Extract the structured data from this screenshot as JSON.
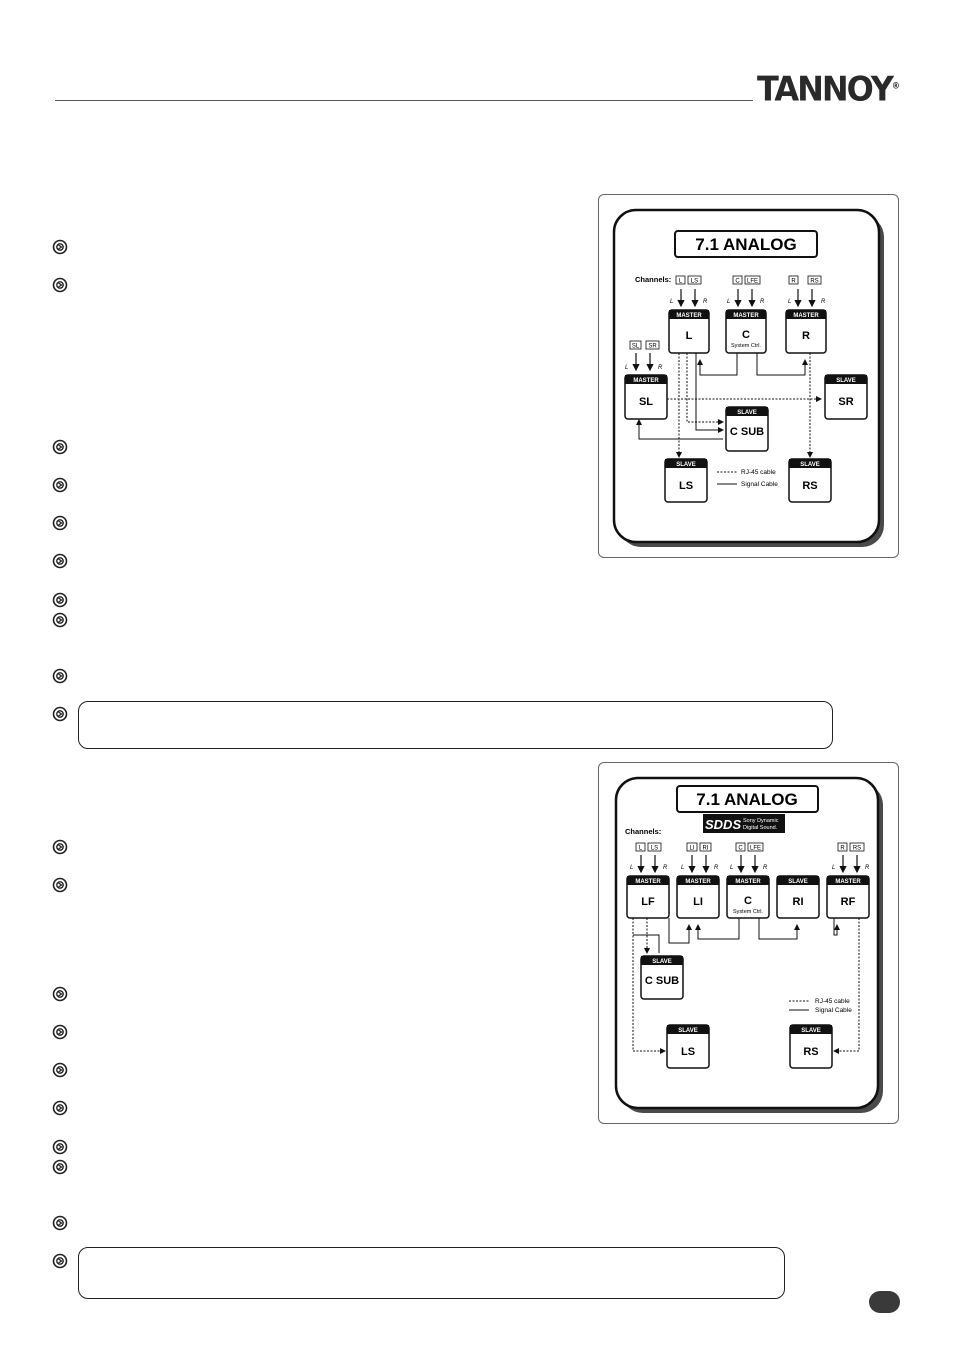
{
  "header": {
    "brand": "TANNOY",
    "registered": "®"
  },
  "diagram1": {
    "title": "7.1 ANALOG",
    "channels_label": "Channels:",
    "left_right": [
      "L",
      "R"
    ],
    "channel_tags": {
      "l_pair": [
        "L",
        "LS"
      ],
      "c_pair": [
        "C",
        "LFE"
      ],
      "r_pair": [
        "R",
        "RS"
      ],
      "sl_pair": [
        "SL",
        "SR"
      ]
    },
    "units": {
      "L": {
        "role": "MASTER",
        "name": "L"
      },
      "C": {
        "role": "MASTER",
        "name": "C",
        "sub": "System Ctrl."
      },
      "R": {
        "role": "MASTER",
        "name": "R"
      },
      "SL": {
        "role": "MASTER",
        "name": "SL"
      },
      "SR": {
        "role": "SLAVE",
        "name": "SR"
      },
      "CSUB": {
        "role": "SLAVE",
        "name": "C SUB"
      },
      "LS": {
        "role": "SLAVE",
        "name": "LS"
      },
      "RS": {
        "role": "SLAVE",
        "name": "RS"
      }
    },
    "legend": {
      "rj45": "RJ-45 cable",
      "signal": "Signal Cable"
    }
  },
  "diagram2": {
    "title": "7.1 ANALOG",
    "sdds_logo": "SDDS",
    "sdds_text_1": "Sony Dynamic",
    "sdds_text_2": "Digital Sound.",
    "channels_label": "Channels:",
    "left_right": [
      "L",
      "R"
    ],
    "channel_tags": {
      "lf_pair": [
        "L",
        "LS"
      ],
      "li_pair": [
        "LI",
        "RI"
      ],
      "c_pair": [
        "C",
        "LFE"
      ],
      "rf_pair": [
        "R",
        "RS"
      ]
    },
    "units": {
      "LF": {
        "role": "MASTER",
        "name": "LF"
      },
      "LI": {
        "role": "MASTER",
        "name": "LI"
      },
      "C": {
        "role": "MASTER",
        "name": "C",
        "sub": "System Ctrl."
      },
      "RI": {
        "role": "SLAVE",
        "name": "RI"
      },
      "RF": {
        "role": "MASTER",
        "name": "RF"
      },
      "CSUB": {
        "role": "SLAVE",
        "name": "C SUB"
      },
      "LS": {
        "role": "SLAVE",
        "name": "LS"
      },
      "RS": {
        "role": "SLAVE",
        "name": "RS"
      }
    },
    "legend": {
      "rj45": "RJ-45 cable",
      "signal": "Signal Cable"
    }
  }
}
